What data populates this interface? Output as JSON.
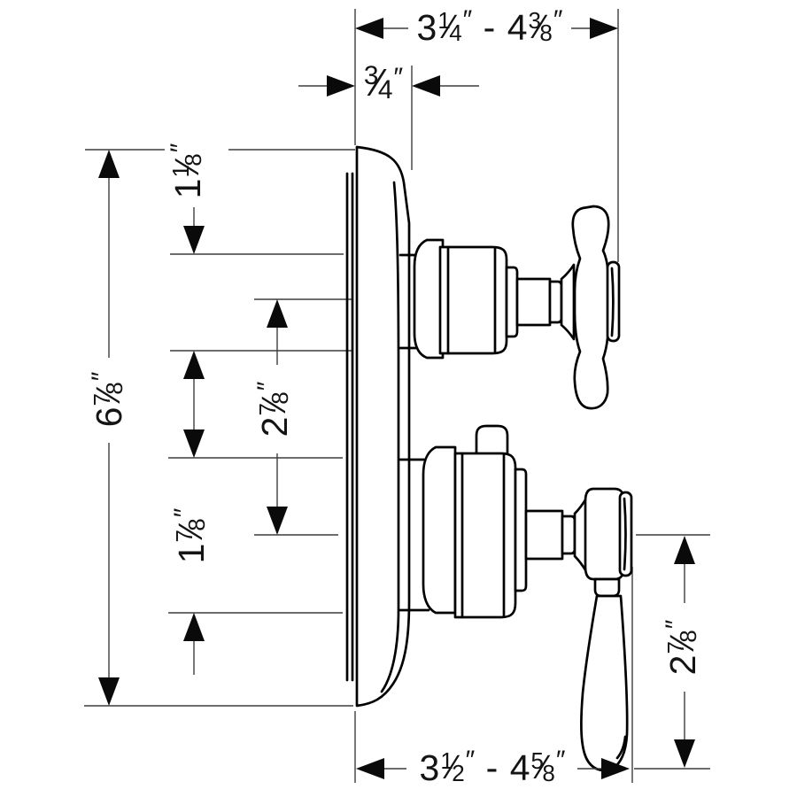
{
  "colors": {
    "background": "#ffffff",
    "line": "#000000",
    "dimension_line": "#3d3d3d"
  },
  "units": "inches",
  "dimensions": {
    "top_width_range": {
      "text": "3 1/4\" - 4 3/8\"",
      "parts": [
        {
          "t": "3"
        },
        {
          "f": "1/4"
        },
        {
          "q": "″"
        },
        {
          "t": " - "
        },
        {
          "t": "4"
        },
        {
          "f": "3/8"
        },
        {
          "q": "″"
        }
      ]
    },
    "plate_depth": {
      "text": "3/4\"",
      "parts": [
        {
          "f": "3/4"
        },
        {
          "q": "″"
        }
      ]
    },
    "upper_valve_offset": {
      "text": "1 1/8\"",
      "parts": [
        {
          "t": "1"
        },
        {
          "f": "1/8"
        },
        {
          "q": "″"
        }
      ]
    },
    "plate_height": {
      "text": "6 7/8\"",
      "parts": [
        {
          "t": "6"
        },
        {
          "f": "7/8"
        },
        {
          "q": "″"
        }
      ]
    },
    "valve_spacing": {
      "text": "2 7/8\"",
      "parts": [
        {
          "t": "2"
        },
        {
          "f": "7/8"
        },
        {
          "q": "″"
        }
      ]
    },
    "lower_valve_offset": {
      "text": "1 7/8\"",
      "parts": [
        {
          "t": "1"
        },
        {
          "f": "7/8"
        },
        {
          "q": "″"
        }
      ]
    },
    "lever_drop": {
      "text": "2 7/8\"",
      "parts": [
        {
          "t": "2"
        },
        {
          "f": "7/8"
        },
        {
          "q": "″"
        }
      ]
    },
    "bottom_width_range": {
      "text": "3 1/2\" - 4 5/8\"",
      "parts": [
        {
          "t": "3"
        },
        {
          "f": "1/2"
        },
        {
          "q": "″"
        },
        {
          "t": " - "
        },
        {
          "t": "4"
        },
        {
          "f": "5/8"
        },
        {
          "q": "″"
        }
      ]
    }
  }
}
